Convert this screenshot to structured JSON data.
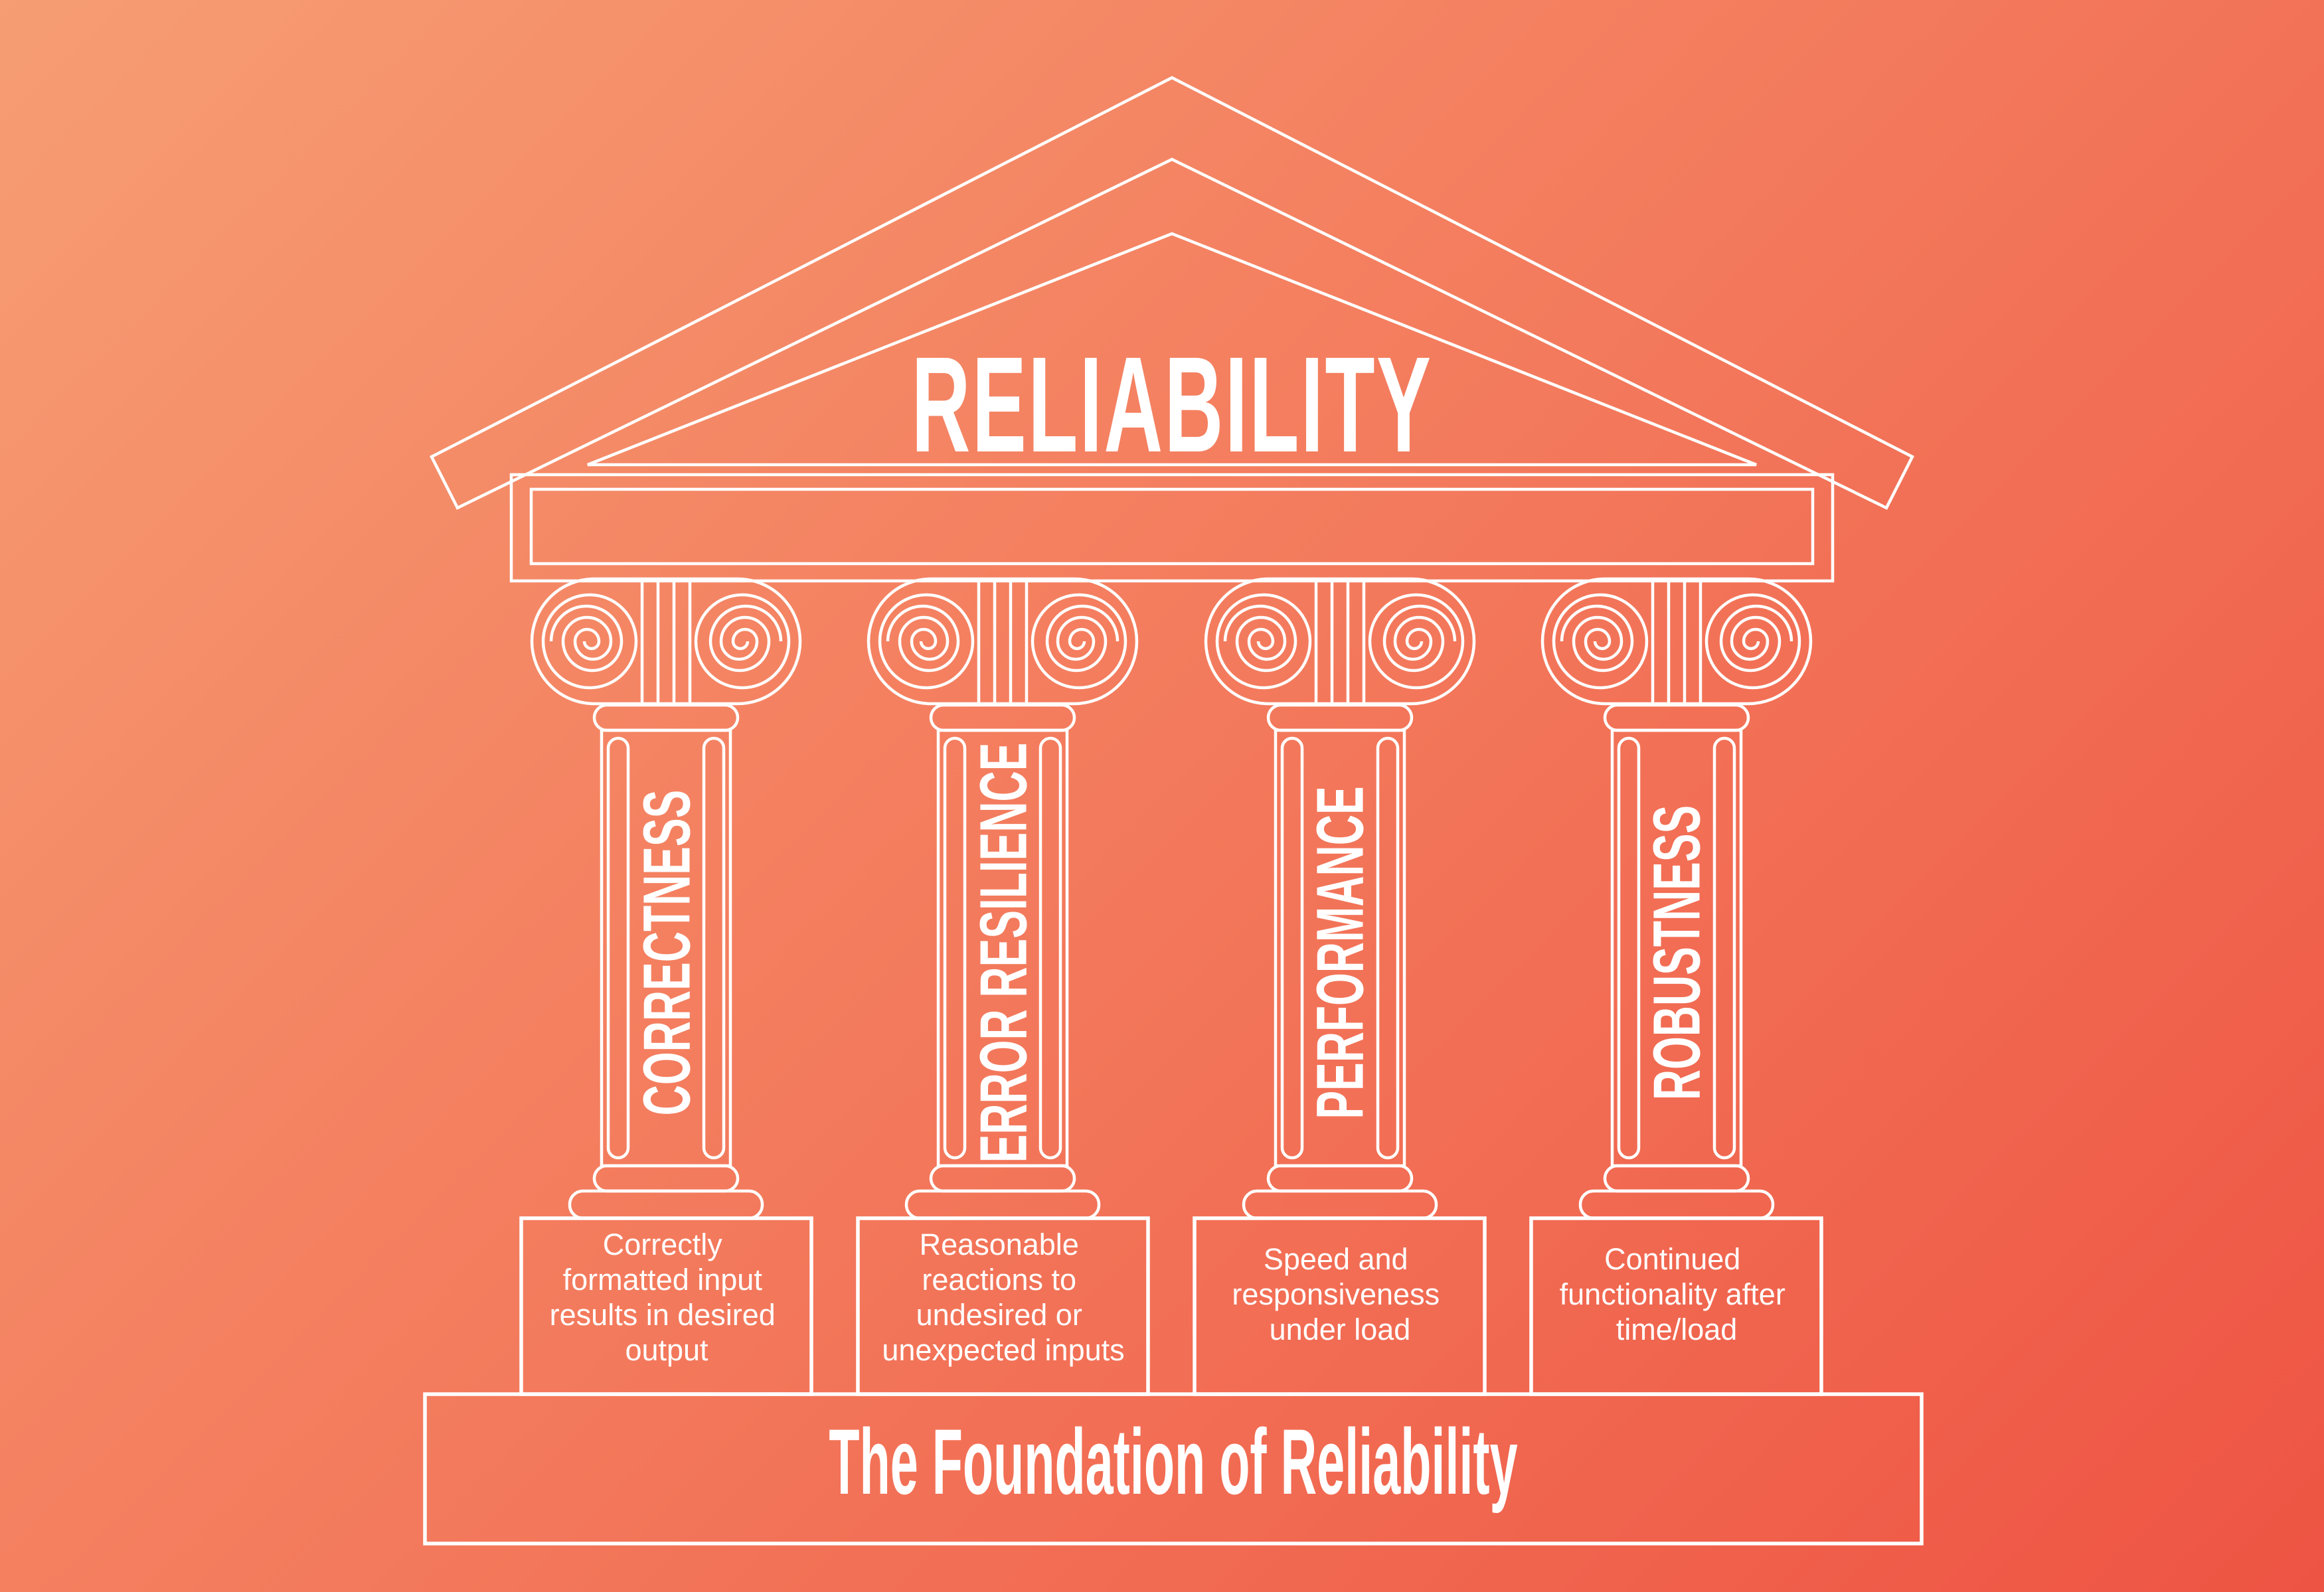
{
  "theme": {
    "bg_top_left": "#F69D73",
    "bg_mid": "#F3785B",
    "bg_bottom_right": "#EE5443",
    "line": "#FFFFFF",
    "text": "#FFFFFF"
  },
  "pediment": {
    "title": "RELIABILITY"
  },
  "pillars": [
    {
      "label": "CORRECTNESS",
      "lines": [
        "Correctly",
        "formatted input",
        "results in desired",
        "output"
      ]
    },
    {
      "label": "ERROR RESILIENCE",
      "lines": [
        "Reasonable",
        "reactions to",
        "undesired or",
        "unexpected inputs"
      ]
    },
    {
      "label": "PERFORMANCE",
      "lines": [
        "Speed and",
        "responsiveness",
        "under load"
      ]
    },
    {
      "label": "ROBUSTNESS",
      "lines": [
        "Continued",
        "functionality after",
        "time/load"
      ]
    }
  ],
  "foundation": {
    "label": "The Foundation of Reliability"
  }
}
